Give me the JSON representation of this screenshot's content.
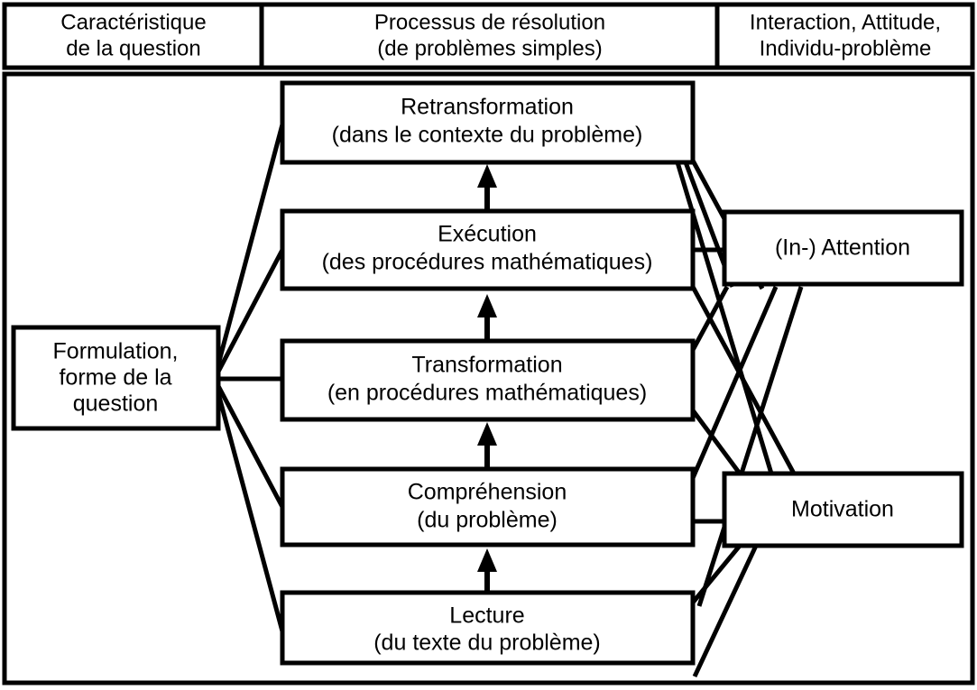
{
  "diagram": {
    "title_columns": [
      {
        "id": "col-question",
        "line1": "Caractéristique",
        "line2": "de la question"
      },
      {
        "id": "col-process",
        "line1": "Processus de résolution",
        "line2": "(de problèmes simples)"
      },
      {
        "id": "col-interaction",
        "line1": "Interaction, Attitude,",
        "line2": "Individu-problème"
      }
    ],
    "left_nodes": [
      {
        "id": "formulation",
        "line1": "Formulation,",
        "line2": "forme de la",
        "line3": "question"
      }
    ],
    "process_nodes": [
      {
        "id": "retransformation",
        "line1": "Retransformation",
        "line2": "(dans le contexte du problème)"
      },
      {
        "id": "execution",
        "line1": "Exécution",
        "line2": "(des procédures mathématiques)"
      },
      {
        "id": "transformation",
        "line1": "Transformation",
        "line2": "(en procédures mathématiques)"
      },
      {
        "id": "comprehension",
        "line1": "Compréhension",
        "line2": "(du problème)"
      },
      {
        "id": "lecture",
        "line1": "Lecture",
        "line2": "(du texte du problème)"
      }
    ],
    "right_nodes": [
      {
        "id": "attention",
        "line1": "(In-) Attention"
      },
      {
        "id": "motivation",
        "line1": "Motivation"
      }
    ],
    "colors": {
      "stroke": "#000000",
      "background": "#ffffff"
    }
  }
}
